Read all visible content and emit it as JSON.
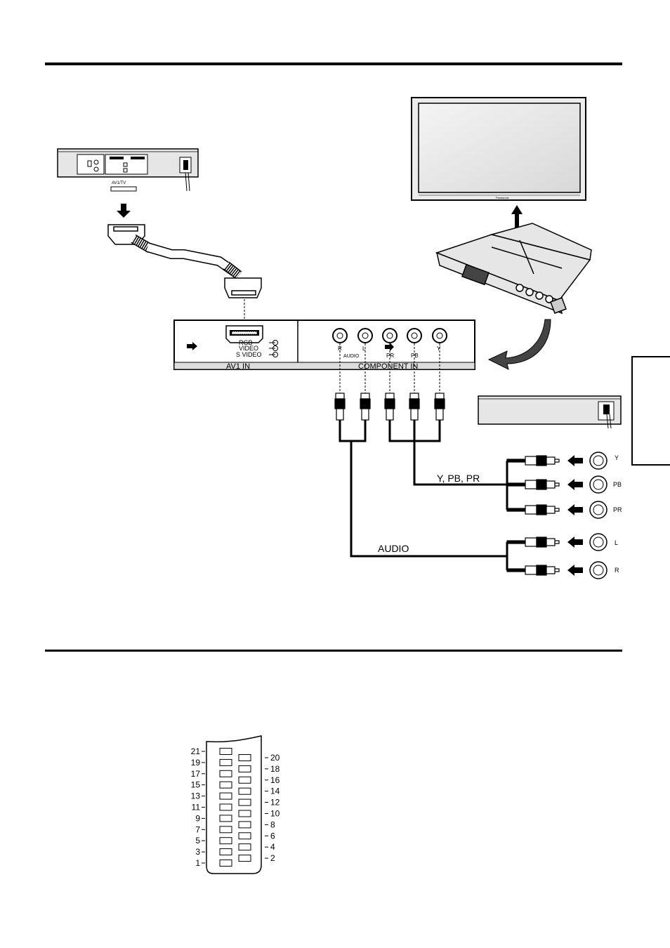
{
  "vcr_scart_label": "AV1/TV",
  "panel": {
    "av1": {
      "label": "AV1  IN",
      "signals": [
        "RGB",
        "VIDEO",
        "S VIDEO"
      ]
    },
    "component": {
      "label": "COMPONENT  IN",
      "jacks": [
        "R",
        "AUDIO",
        "L",
        "PR",
        "PB",
        "Y"
      ]
    }
  },
  "cables": {
    "video_label": "Y, PB, PR",
    "audio_label": "AUDIO"
  },
  "source_outputs": [
    "Y",
    "PB",
    "PR",
    "L",
    "R"
  ],
  "display_brand": "Panasonic",
  "scart_pins": {
    "left": [
      "21",
      "19",
      "17",
      "15",
      "13",
      "11",
      "9",
      "7",
      "5",
      "3",
      "1"
    ],
    "right": [
      "20",
      "18",
      "16",
      "14",
      "12",
      "10",
      "8",
      "6",
      "4",
      "2"
    ]
  },
  "colors": {
    "ink": "#000000",
    "paper": "#ffffff",
    "panel_gray": "#e6e6e6"
  }
}
